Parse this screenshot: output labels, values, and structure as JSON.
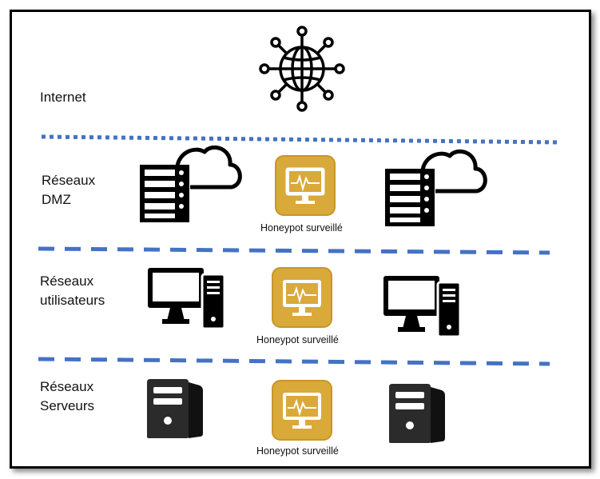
{
  "zones": [
    {
      "name_lines": [
        "Internet"
      ],
      "icon": "globe-network-icon"
    },
    {
      "name_lines": [
        "Réseaux",
        "DMZ"
      ],
      "icons": [
        "server-cloud-icon",
        "honeypot-icon",
        "server-cloud-icon"
      ],
      "honeypot_caption": "Honeypot surveillé"
    },
    {
      "name_lines": [
        "Réseaux",
        "utilisateurs"
      ],
      "icons": [
        "desktop-computer-icon",
        "honeypot-icon",
        "desktop-computer-icon"
      ],
      "honeypot_caption": "Honeypot surveillé"
    },
    {
      "name_lines": [
        "Réseaux",
        "Serveurs"
      ],
      "icons": [
        "server-tower-icon",
        "honeypot-icon",
        "server-tower-icon"
      ],
      "honeypot_caption": "Honeypot surveillé"
    }
  ],
  "colors": {
    "separator": "#4472C4",
    "honeypot": "#D9A93A",
    "icon": "#000000"
  }
}
